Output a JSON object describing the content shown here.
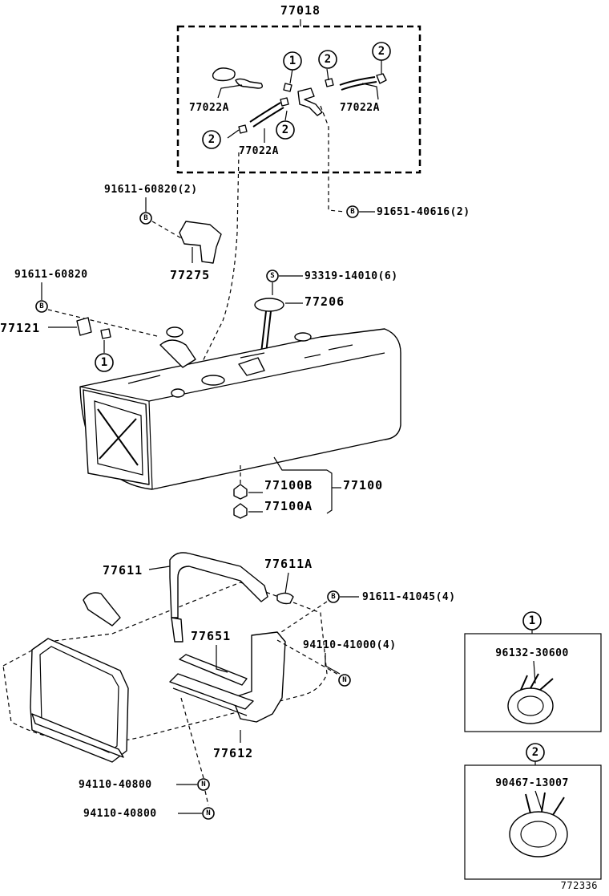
{
  "diagram_id": "772336",
  "assembly": {
    "main_group": "77018",
    "tank_total": "77100"
  },
  "callouts": {
    "hose_a": "77022A",
    "hose_b": "77022A",
    "hose_c": "77022A",
    "bolt_bracket": "91611-60820(2)",
    "bracket": "77275",
    "bolt_inlet": "91611-60820",
    "inlet": "77121",
    "screw_gauge": "93319-14010(6)",
    "gauge": "77206",
    "bolt_clamp": "91651-40616(2)",
    "part_b": "77100B",
    "part_a": "77100A",
    "band_left": "77611",
    "band_right": "77611A",
    "bolt_band": "91611-41045(4)",
    "pad_upper": "77651",
    "nut_band": "94110-41000(4)",
    "pad_lower": "77612",
    "nut_a": "94110-40800",
    "nut_b": "94110-40800"
  },
  "markers": {
    "clamp1": "1",
    "clamp2": "2",
    "bolt": "B",
    "screw": "S",
    "nut": "N"
  },
  "insets": [
    {
      "marker": "1",
      "part_no": "96132-30600"
    },
    {
      "marker": "2",
      "part_no": "90467-13007"
    }
  ]
}
